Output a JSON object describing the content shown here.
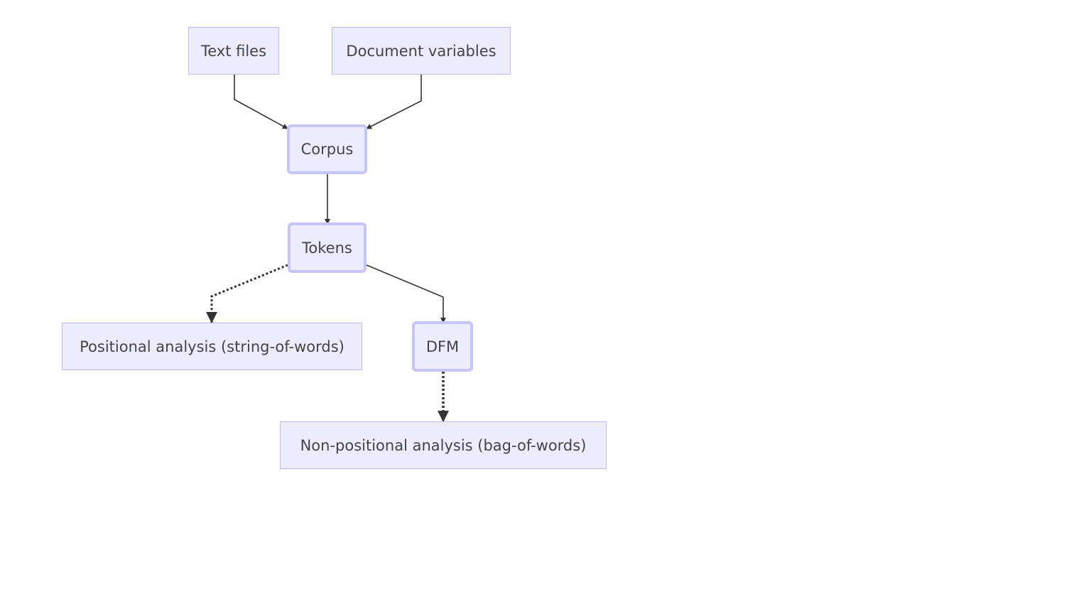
{
  "diagram": {
    "nodes": {
      "text_files": "Text files",
      "document_variables": "Document variables",
      "corpus": "Corpus",
      "tokens": "Tokens",
      "positional": "Positional analysis (string-of-words)",
      "dfm": "DFM",
      "non_positional": "Non-positional analysis (bag-of-words)"
    },
    "edges": [
      {
        "from": "Text files",
        "to": "Corpus",
        "style": "solid"
      },
      {
        "from": "Document variables",
        "to": "Corpus",
        "style": "solid"
      },
      {
        "from": "Corpus",
        "to": "Tokens",
        "style": "solid"
      },
      {
        "from": "Tokens",
        "to": "Positional analysis (string-of-words)",
        "style": "dotted"
      },
      {
        "from": "Tokens",
        "to": "DFM",
        "style": "solid"
      },
      {
        "from": "DFM",
        "to": "Non-positional analysis (bag-of-words)",
        "style": "dotted"
      }
    ],
    "colors": {
      "node_fill": "#ececfe",
      "node_border": "#b9b9f0",
      "thick_border": "#c6c6f6",
      "edge": "#333333",
      "text": "#444444"
    }
  }
}
